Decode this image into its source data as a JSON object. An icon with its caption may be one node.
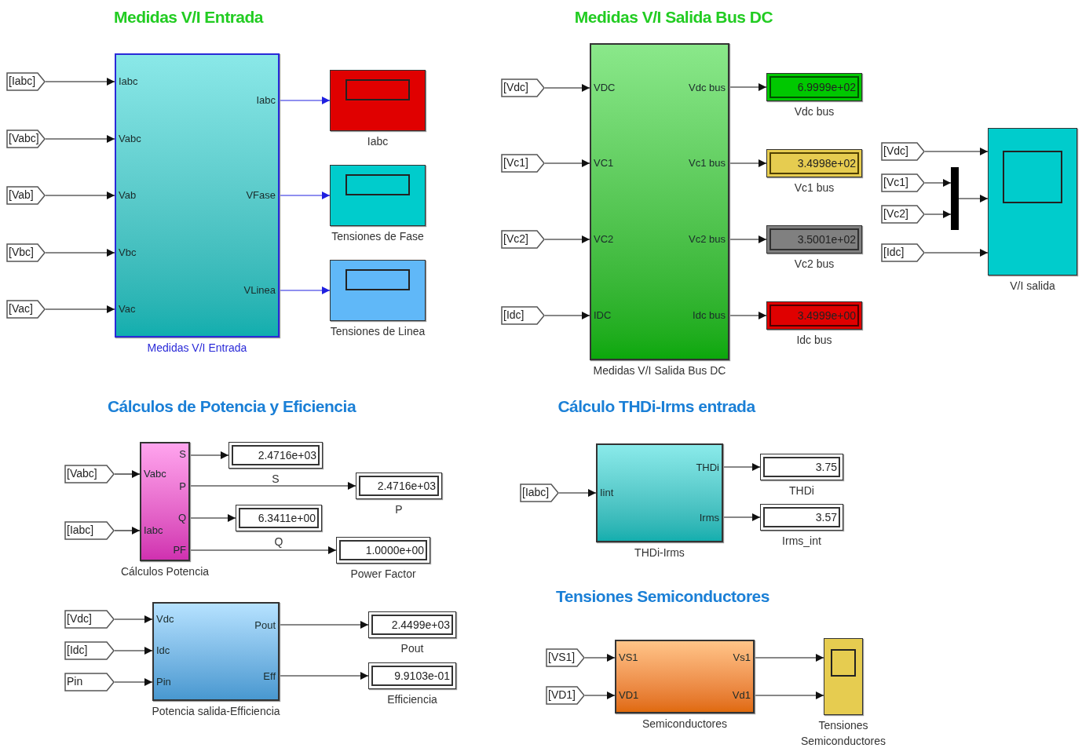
{
  "diagram": {
    "nodes": [
      {
        "text": [
          "[Iabc]"
        ]
      },
      {
        "text": [
          "[Vabc]"
        ]
      },
      {
        "text": [
          "[Vab]"
        ]
      },
      {
        "text": [
          "[Vbc]"
        ]
      },
      {
        "text": [
          "[Vac]"
        ]
      },
      {
        "text": [
          "Iabc",
          "Vabc",
          "Vab",
          "Vbc",
          "Vac",
          "Iabc",
          "VFase",
          "VLinea"
        ],
        "beside": [
          "Medidas V/I Entrada"
        ]
      },
      {
        "text": [],
        "shape": "box",
        "beside": [
          "Iabc"
        ]
      },
      {
        "text": [],
        "shape": "box",
        "beside": [
          "Tensiones de Fase"
        ]
      },
      {
        "text": [],
        "shape": "box",
        "beside": [
          "Tensiones de Linea"
        ]
      },
      {
        "text": [
          "[Vdc]"
        ]
      },
      {
        "text": [
          "[Vc1]"
        ]
      },
      {
        "text": [
          "[Vc2]"
        ]
      },
      {
        "text": [
          "[Idc]"
        ]
      },
      {
        "text": [
          "VDC",
          "VC1",
          "VC2",
          "IDC",
          "Vdc bus",
          "Vc1 bus",
          "Vc2 bus",
          "Idc bus"
        ],
        "beside": [
          "Medidas V/I Salida Bus DC"
        ]
      },
      {
        "text": [
          "6.9999e+02"
        ],
        "beside": [
          "Vdc bus"
        ]
      },
      {
        "text": [
          "3.4998e+02"
        ],
        "beside": [
          "Vc1 bus"
        ]
      },
      {
        "text": [
          "3.5001e+02"
        ],
        "beside": [
          "Vc2 bus"
        ]
      },
      {
        "text": [
          "3.4999e+00"
        ],
        "beside": [
          "Idc bus"
        ]
      },
      {
        "text": [
          "[Vdc]"
        ]
      },
      {
        "text": [
          "[Vc1]"
        ]
      },
      {
        "text": [
          "[Vc2]"
        ]
      },
      {
        "text": [
          "[Idc]"
        ]
      },
      {
        "text": [],
        "shape": "bar"
      },
      {
        "text": [],
        "shape": "box",
        "beside": [
          "V/I salida"
        ]
      },
      {
        "text": [
          "[Vabc]"
        ]
      },
      {
        "text": [
          "[Iabc]"
        ]
      },
      {
        "text": [
          "Vabc",
          "Iabc",
          "S",
          "P",
          "Q",
          "PF"
        ],
        "beside": [
          "Cálculos Potencia"
        ]
      },
      {
        "text": [
          "2.4716e+03"
        ],
        "beside": [
          "S"
        ]
      },
      {
        "text": [
          "2.4716e+03"
        ],
        "beside": [
          "P"
        ]
      },
      {
        "text": [
          "6.3411e+00"
        ],
        "beside": [
          "Q"
        ]
      },
      {
        "text": [
          "1.0000e+00"
        ],
        "beside": [
          "Power Factor"
        ]
      },
      {
        "text": [
          "[Vdc]"
        ]
      },
      {
        "text": [
          "[Idc]"
        ]
      },
      {
        "text": [
          "Pin"
        ]
      },
      {
        "text": [
          "Vdc",
          "Idc",
          "Pin",
          "Pout",
          "Eff"
        ],
        "beside": [
          "Potencia salida-Efficiencia"
        ]
      },
      {
        "text": [
          "2.4499e+03"
        ],
        "beside": [
          "Pout"
        ]
      },
      {
        "text": [
          "9.9103e-01"
        ],
        "beside": [
          "Efficiencia"
        ]
      },
      {
        "text": [
          "[Iabc]"
        ]
      },
      {
        "text": [
          "Iint",
          "THDi",
          "Irms"
        ],
        "beside": [
          "THDi-Irms"
        ]
      },
      {
        "text": [
          "3.75"
        ],
        "beside": [
          "THDi"
        ]
      },
      {
        "text": [
          "3.57"
        ],
        "beside": [
          "Irms_int"
        ]
      },
      {
        "text": [
          "[VS1]"
        ]
      },
      {
        "text": [
          "[VD1]"
        ]
      },
      {
        "text": [
          "VS1",
          "VD1",
          "Vs1",
          "Vd1"
        ],
        "beside": [
          "Semiconductores"
        ]
      },
      {
        "text": [],
        "shape": "box",
        "beside": [
          "Tensiones Semiconductores"
        ]
      }
    ],
    "edges": [
      {
        "from": 0,
        "to": 5,
        "arrow": "to"
      },
      {
        "from": 1,
        "to": 5,
        "arrow": "to"
      },
      {
        "from": 2,
        "to": 5,
        "arrow": "to"
      },
      {
        "from": 3,
        "to": 5,
        "arrow": "to"
      },
      {
        "from": 4,
        "to": 5,
        "arrow": "to"
      },
      {
        "from": 5,
        "to": 6,
        "arrow": "to",
        "color": "#2020e0"
      },
      {
        "from": 5,
        "to": 7,
        "arrow": "to",
        "color": "#2020e0"
      },
      {
        "from": 5,
        "to": 8,
        "arrow": "to",
        "color": "#2020e0"
      },
      {
        "from": 9,
        "to": 13,
        "arrow": "to"
      },
      {
        "from": 10,
        "to": 13,
        "arrow": "to"
      },
      {
        "from": 11,
        "to": 13,
        "arrow": "to"
      },
      {
        "from": 12,
        "to": 13,
        "arrow": "to"
      },
      {
        "from": 13,
        "to": 14,
        "arrow": "to"
      },
      {
        "from": 13,
        "to": 15,
        "arrow": "to"
      },
      {
        "from": 13,
        "to": 16,
        "arrow": "to"
      },
      {
        "from": 13,
        "to": 17,
        "arrow": "to"
      },
      {
        "from": 18,
        "to": 23,
        "arrow": "to"
      },
      {
        "from": 19,
        "to": 22,
        "arrow": "to"
      },
      {
        "from": 20,
        "to": 22,
        "arrow": "to"
      },
      {
        "from": 22,
        "to": 23,
        "arrow": "to"
      },
      {
        "from": 21,
        "to": 23,
        "arrow": "to"
      },
      {
        "from": 24,
        "to": 26,
        "arrow": "to"
      },
      {
        "from": 25,
        "to": 26,
        "arrow": "to"
      },
      {
        "from": 26,
        "to": 27,
        "arrow": "to"
      },
      {
        "from": 26,
        "to": 28,
        "arrow": "to"
      },
      {
        "from": 26,
        "to": 29,
        "arrow": "to"
      },
      {
        "from": 26,
        "to": 30,
        "arrow": "to"
      },
      {
        "from": 31,
        "to": 34,
        "arrow": "to"
      },
      {
        "from": 32,
        "to": 34,
        "arrow": "to"
      },
      {
        "from": 33,
        "to": 34,
        "arrow": "to"
      },
      {
        "from": 34,
        "to": 35,
        "arrow": "to"
      },
      {
        "from": 34,
        "to": 36,
        "arrow": "to"
      },
      {
        "from": 37,
        "to": 38,
        "arrow": "to"
      },
      {
        "from": 38,
        "to": 39,
        "arrow": "to"
      },
      {
        "from": 38,
        "to": 40,
        "arrow": "to"
      },
      {
        "from": 41,
        "to": 43,
        "arrow": "to"
      },
      {
        "from": 42,
        "to": 43,
        "arrow": "to"
      },
      {
        "from": 43,
        "to": 44,
        "arrow": "to"
      },
      {
        "from": 43,
        "to": 44,
        "arrow": "to"
      }
    ],
    "labels": [
      "Medidas V/I Entrada",
      "Medidas V/I Salida Bus DC",
      "Cálculos de Potencia y Eficiencia",
      "Cálculo THDi-Irms entrada",
      "Tensiones Semiconductores"
    ]
  }
}
